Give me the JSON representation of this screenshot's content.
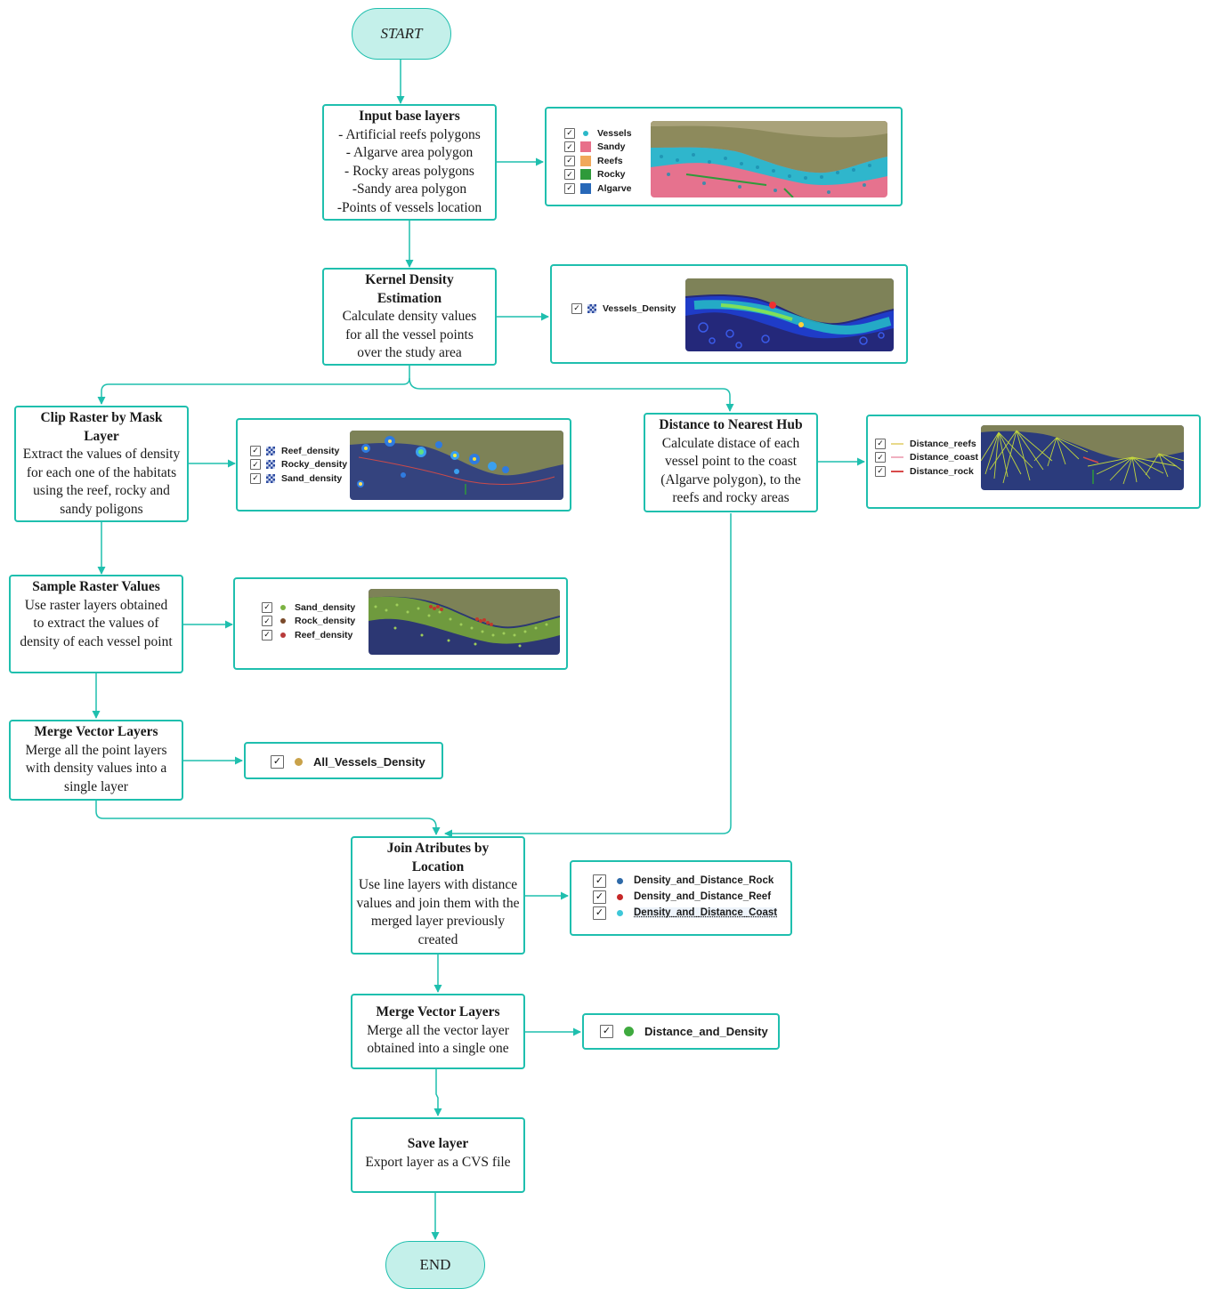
{
  "start": "START",
  "end": "END",
  "steps": {
    "input": {
      "title": "Input base layers",
      "lines": [
        "- Artificial reefs  polygons",
        "- Algarve area polygon",
        "- Rocky areas polygons",
        "-Sandy area polygon",
        "-Points of vessels location"
      ]
    },
    "kde": {
      "title": "Kernel Density Estimation",
      "desc": "Calculate density values for all the vessel points over the study area"
    },
    "clip": {
      "title": "Clip Raster by Mask Layer",
      "desc": "Extract the values of density for each one of the habitats using the reef, rocky and sandy poligons"
    },
    "sample": {
      "title": "Sample Raster Values",
      "desc": "Use raster layers obtained to extract the values of density of each vessel point"
    },
    "merge1": {
      "title": "Merge Vector Layers",
      "desc": "Merge all the point layers with density values into a single layer"
    },
    "hub": {
      "title": "Distance to Nearest Hub",
      "desc": "Calculate  distace of each vessel point to  the coast (Algarve polygon), to the reefs and rocky areas"
    },
    "join": {
      "title": "Join Atributes by Location",
      "desc": "Use line layers with distance values and join them with the merged layer previously created"
    },
    "merge2": {
      "title": "Merge Vector Layers",
      "desc": "Merge all the vector  layer obtained into a single one"
    },
    "save": {
      "title": "Save layer",
      "desc": "Export layer as a CVS file"
    }
  },
  "panels": {
    "input": [
      {
        "label": "Vessels",
        "symbol": "dot",
        "color": "#2bb8c8"
      },
      {
        "label": "Sandy",
        "symbol": "square",
        "color": "#e8708a"
      },
      {
        "label": "Reefs",
        "symbol": "square",
        "color": "#f0a85a"
      },
      {
        "label": "Rocky",
        "symbol": "square",
        "color": "#2e9a3a"
      },
      {
        "label": "Algarve",
        "symbol": "square",
        "color": "#2868b8"
      }
    ],
    "kde": [
      {
        "label": "Vessels_Density",
        "symbol": "raster"
      }
    ],
    "clip": [
      {
        "label": "Reef_density",
        "symbol": "raster"
      },
      {
        "label": "Rocky_density",
        "symbol": "raster"
      },
      {
        "label": "Sand_density",
        "symbol": "raster"
      }
    ],
    "sample": [
      {
        "label": "Sand_density",
        "symbol": "dot",
        "color": "#7cb342"
      },
      {
        "label": "Rock_density",
        "symbol": "dot",
        "color": "#7a4a2a"
      },
      {
        "label": "Reef_density",
        "symbol": "dot",
        "color": "#b83a3a"
      }
    ],
    "merge1": [
      {
        "label": "All_Vessels_Density",
        "symbol": "dot",
        "color": "#c9a24a"
      }
    ],
    "hub": [
      {
        "label": "Distance_reefs",
        "symbol": "line",
        "color": "#e8d98a"
      },
      {
        "label": "Distance_coast",
        "symbol": "line",
        "color": "#f0b0c0"
      },
      {
        "label": "Distance_rock",
        "symbol": "line",
        "color": "#d84a4a"
      }
    ],
    "join": [
      {
        "label": "Density_and_Distance_Rock",
        "symbol": "dot",
        "color": "#2e6aa8"
      },
      {
        "label": "Density_and_Distance_Reef",
        "symbol": "dot",
        "color": "#c62828"
      },
      {
        "label": "Density_and_Distance_Coast",
        "symbol": "dot",
        "color": "#3ec7d8"
      }
    ],
    "merge2": [
      {
        "label": "Distance_and_Density",
        "symbol": "dot",
        "color": "#3faa3f"
      }
    ]
  },
  "colors": {
    "accent": "#1fbfae",
    "terminal_fill": "#c4f0ea",
    "sea": "#2a3d7a",
    "land": "#8a8458"
  }
}
